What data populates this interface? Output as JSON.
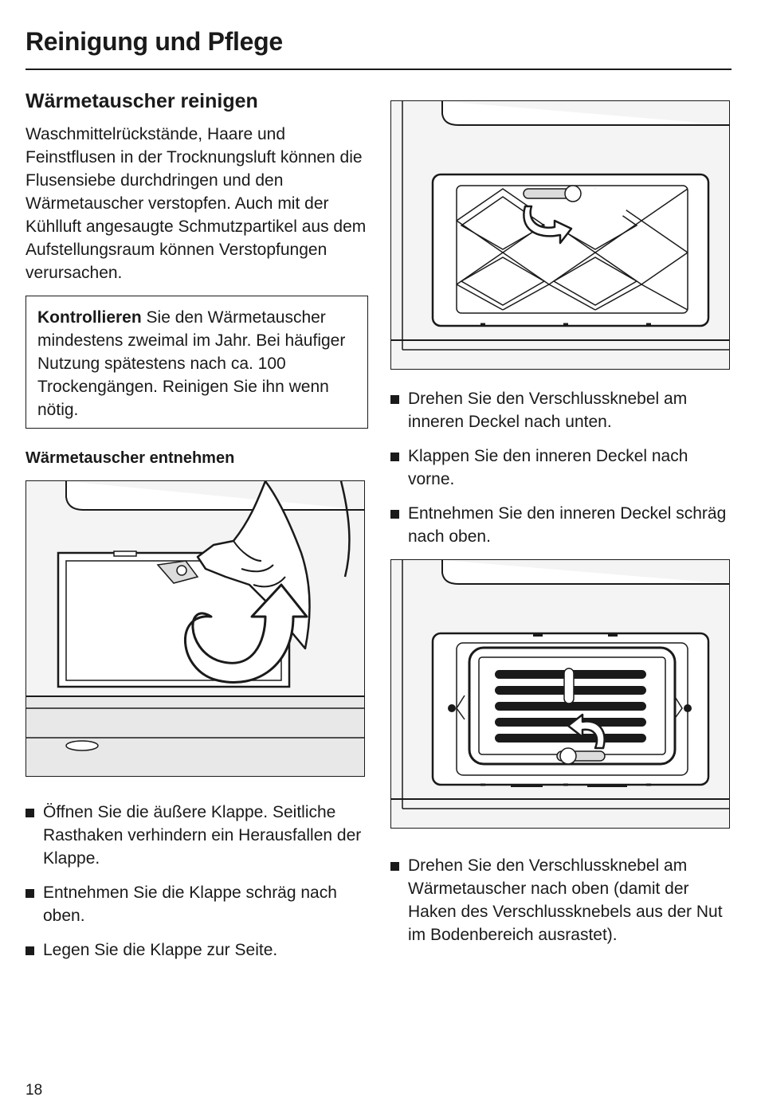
{
  "page": {
    "title": "Reinigung und Pflege",
    "number": "18"
  },
  "section": {
    "title": "Wärmetauscher reinigen",
    "intro": "Waschmittelrückstände, Haare und Feinstflusen in der Trocknungsluft können die Flusensiebe durchdringen und den Wärmetauscher verstopfen. Auch mit der Kühlluft angesaugte Schmutzpartikel aus dem Aufstellungsraum können Verstopfungen verursachen.",
    "notice": {
      "bold": "Kontrollieren",
      "text": " Sie den Wärmetauscher mindestens zweimal im Jahr. Bei häufiger Nutzung spätestens nach ca. 100 Trockengängen. Reinigen Sie ihn wenn nötig."
    },
    "subtitle": "Wärmetauscher entnehmen"
  },
  "steps_left": [
    "Öffnen Sie die äußere Klappe. Seitliche Rasthaken verhindern ein Herausfallen der Klappe.",
    "Entnehmen Sie die Klappe schräg nach oben.",
    "Legen Sie die Klappe zur Seite."
  ],
  "steps_right_top": [
    "Drehen Sie den Verschlussknebel am inneren Deckel nach unten.",
    "Klappen Sie den inneren Deckel nach vorne.",
    "Entnehmen Sie den inneren Deckel schräg nach oben."
  ],
  "steps_right_bottom": [
    "Drehen Sie den Verschlussknebel am Wärmetauscher nach oben (damit der Haken des Verschlussknebels aus der Nut im Bodenbereich ausrastet)."
  ]
}
